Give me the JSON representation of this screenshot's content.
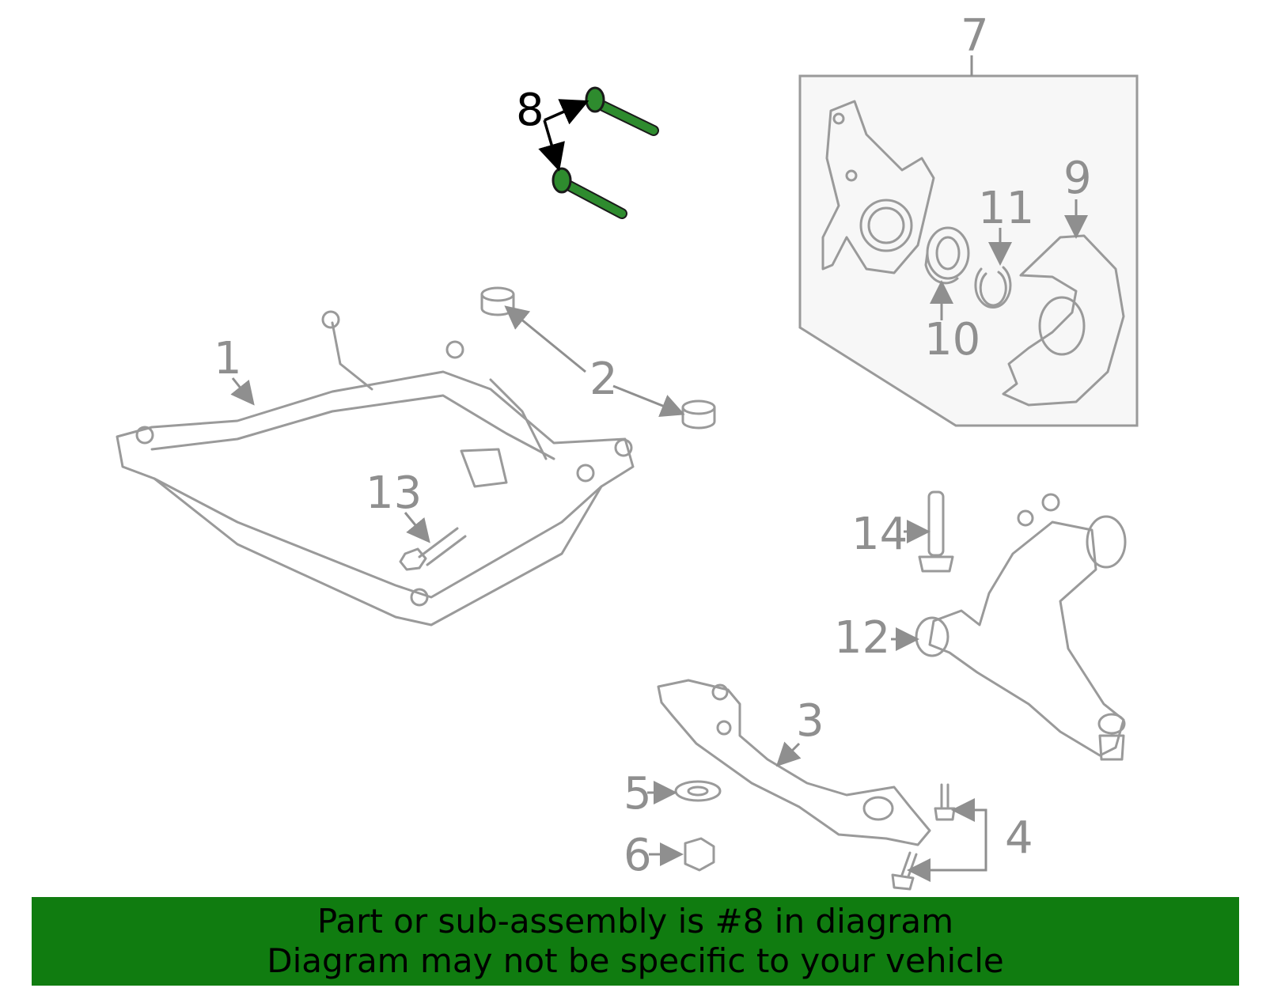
{
  "callouts": {
    "c1": "1",
    "c2": "2",
    "c3": "3",
    "c4": "4",
    "c5": "5",
    "c6": "6",
    "c7": "7",
    "c8": "8",
    "c9": "9",
    "c10": "10",
    "c11": "11",
    "c12": "12",
    "c13": "13",
    "c14": "14"
  },
  "highlighted_part": "8",
  "colors": {
    "banner": "#107c10",
    "highlight": "#2e8b2e",
    "line_art": "#9a9a9a"
  },
  "banner": {
    "line1": "Part or sub-assembly is #8 in diagram",
    "line2": "Diagram may not be specific to your vehicle"
  }
}
